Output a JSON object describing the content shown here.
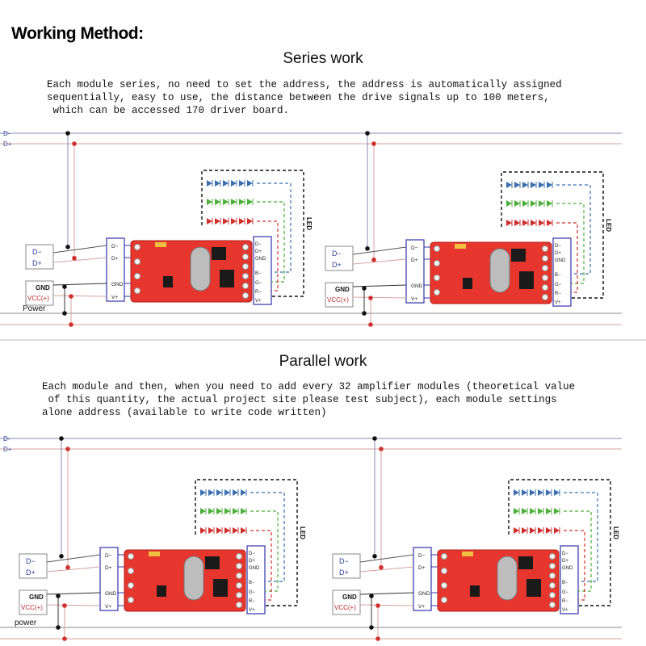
{
  "heading": "Working Method:",
  "sections": [
    {
      "title": "Series work",
      "description": "Each module series, no need to set the address, the address is automatically assigned\nsequentially, easy to use, the distance between the drive signals up to 100 meters,\n which can be accessed 170 driver board.",
      "bus_minus": "D-",
      "bus_plus": "D+",
      "power_label": "Power"
    },
    {
      "title": "Parallel work",
      "description": "Each module and then, when you need to add every 32 amplifier modules (theoretical value\n of this quantity, the actual project site please test subject), each module settings\nalone address (available to write code written)",
      "bus_minus": "D-",
      "bus_plus": "D+",
      "power_label": "power"
    }
  ],
  "module": {
    "input_box": [
      "D−",
      "D+"
    ],
    "power_box": [
      "GND",
      "VCC(+)"
    ],
    "left_pins": [
      "D−",
      "D+",
      "GND",
      "V+"
    ],
    "right_pins_top": [
      "D−",
      "D+",
      "GND"
    ],
    "right_pins_bottom": [
      "B−",
      "G−",
      "R−",
      "V+"
    ],
    "led_label": "LED"
  },
  "colors": {
    "signal_minus": "#8a8ab4",
    "signal_plus": "#d9a0a0",
    "dot_black": "#111111",
    "dot_red": "#d0302c",
    "pcb": "#e6362e",
    "pin_box": "#3333aa",
    "led_blue": "#3b6fb0",
    "led_green": "#4caf3a",
    "led_red": "#d0302c"
  }
}
